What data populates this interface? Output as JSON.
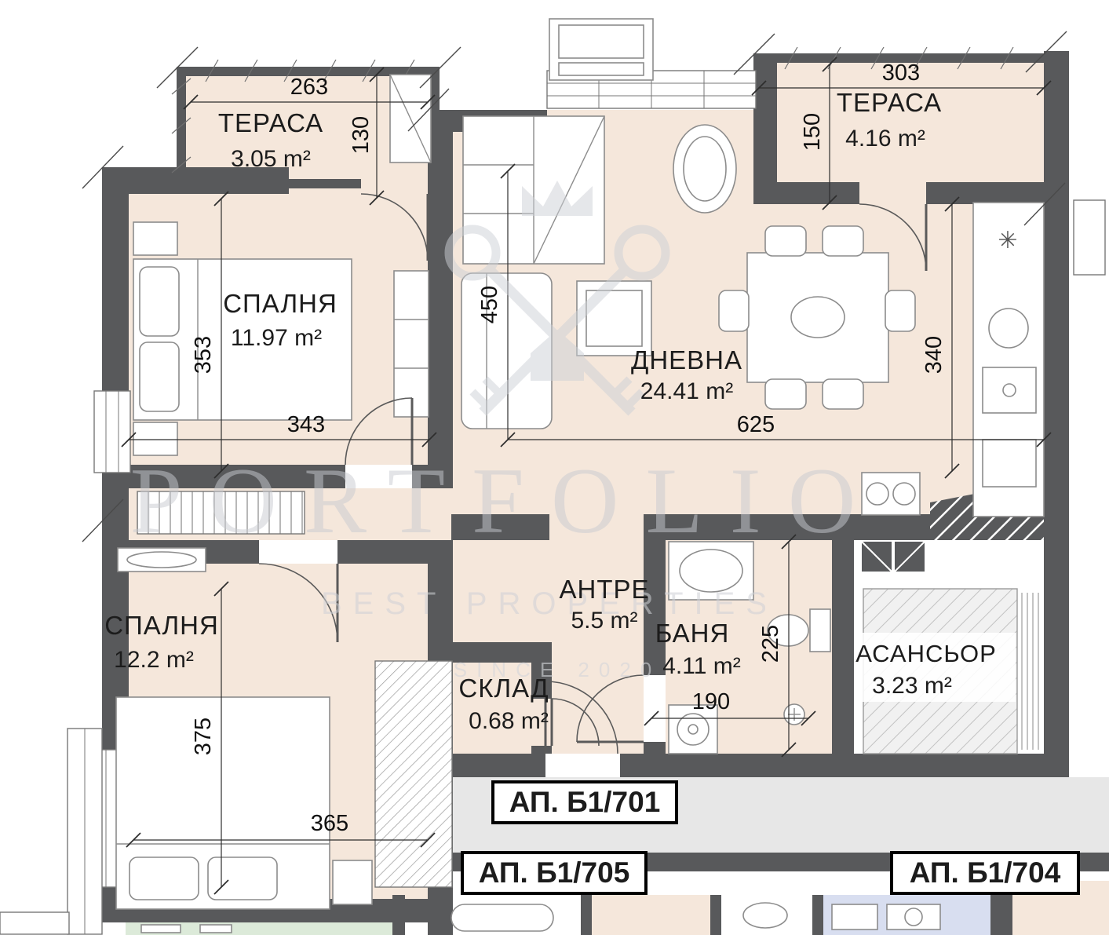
{
  "watermark": {
    "brand": "PORTFOLIO",
    "tagline": "BEST PROPERTIES",
    "since": "SINCE 2020"
  },
  "rooms": {
    "terrace_left": {
      "name": "ТЕРАСА",
      "area": "3.05 m²"
    },
    "terrace_right": {
      "name": "ТЕРАСА",
      "area": "4.16 m²"
    },
    "bedroom_top": {
      "name": "СПАЛНЯ",
      "area": "11.97 m²"
    },
    "living": {
      "name": "ДНЕВНА",
      "area": "24.41 m²"
    },
    "bedroom_bottom": {
      "name": "СПАЛНЯ",
      "area": "12.2 m²"
    },
    "hall": {
      "name": "АНТРЕ",
      "area": "5.5 m²"
    },
    "bath": {
      "name": "БАНЯ",
      "area": "4.11 m²"
    },
    "storage": {
      "name": "СКЛАД",
      "area": "0.68 m²"
    },
    "elevator": {
      "name": "АСАНСЬОР",
      "area": "3.23 m²"
    }
  },
  "dims": {
    "terrace_left_w": "263",
    "terrace_left_d": "130",
    "terrace_right_w": "303",
    "terrace_right_d": "150",
    "bedroom_top_h": "353",
    "bedroom_top_w": "343",
    "living_h_left": "450",
    "living_w": "625",
    "living_h_right": "340",
    "bedroom_bottom_h": "375",
    "bedroom_bottom_w": "365",
    "bath_w": "190",
    "bath_h": "225"
  },
  "apartments": {
    "current": "АП. Б1/701",
    "neighbor_left": "АП. Б1/705",
    "neighbor_right": "АП. Б1/704"
  },
  "icons": {
    "fridge": "✳"
  },
  "colors": {
    "wall": "#58595b",
    "floor": "#f5e7db",
    "corridor": "#e7e7e7",
    "neighbor_green": "#dcead9",
    "neighbor_blue": "#d8def0"
  }
}
